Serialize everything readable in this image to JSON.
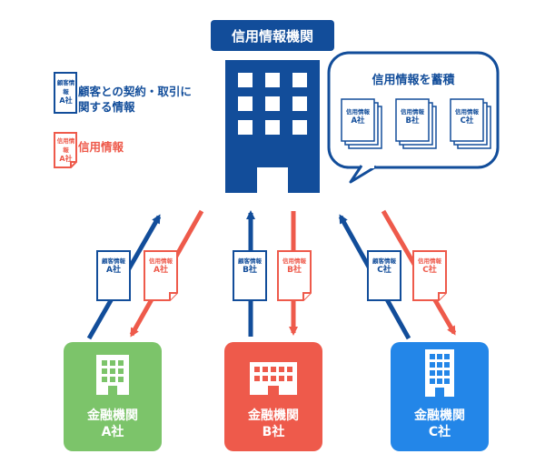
{
  "header": {
    "title": "信用情報機関"
  },
  "legend": {
    "blue_doc": {
      "line1": "顧客情報",
      "line2": "A社"
    },
    "blue_text_line1": "顧客との契約・取引に",
    "blue_text_line2": "関する情報",
    "red_doc": {
      "line1": "信用情報",
      "line2": "A社"
    },
    "red_text": "信用情報"
  },
  "bubble": {
    "title": "信用情報を蓄積",
    "docs": [
      {
        "line1": "信用情報",
        "line2": "A社"
      },
      {
        "line1": "信用情報",
        "line2": "B社"
      },
      {
        "line1": "信用情報",
        "line2": "C社"
      }
    ]
  },
  "flows": [
    {
      "up": {
        "line1": "顧客情報",
        "line2": "A社"
      },
      "down": {
        "line1": "信用情報",
        "line2": "A社"
      }
    },
    {
      "up": {
        "line1": "顧客情報",
        "line2": "B社"
      },
      "down": {
        "line1": "信用情報",
        "line2": "B社"
      }
    },
    {
      "up": {
        "line1": "顧客情報",
        "line2": "C社"
      },
      "down": {
        "line1": "信用情報",
        "line2": "C社"
      }
    }
  ],
  "institutions": [
    {
      "line1": "金融機関",
      "line2": "A社",
      "color": "#7cc46a"
    },
    {
      "line1": "金融機関",
      "line2": "B社",
      "color": "#ee5a4b"
    },
    {
      "line1": "金融機関",
      "line2": "C社",
      "color": "#2386e8"
    }
  ],
  "colors": {
    "navy": "#124d9a",
    "red": "#ee5a4b",
    "green": "#7cc46a",
    "sky": "#2386e8"
  }
}
